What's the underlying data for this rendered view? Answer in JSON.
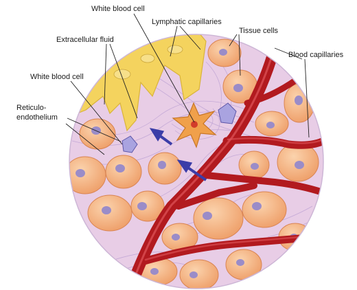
{
  "labels": {
    "white_blood_cell_top": "White blood cell",
    "lymphatic_capillaries": "Lymphatic capillaries",
    "extracellular_fluid": "Extracellular fluid",
    "tissue_cells": "Tissue cells",
    "blood_capillaries": "Blood capillaries",
    "white_blood_cell_left": "White blood cell",
    "reticulo_line1": "Reticulo-",
    "reticulo_line2": "endothelium"
  },
  "colors": {
    "matrix": "#e7c9e3",
    "fiber": "#b79ad0",
    "lymph": "#f4d35e",
    "cell_fill": "#f3b889",
    "cell_edge": "#d98452",
    "nucleus": "#9a8cc8",
    "vessel": "#b21a1f",
    "vessel_highlight": "#e0555a",
    "arrow": "#3b3da8",
    "wbc": "#f0a04b"
  }
}
